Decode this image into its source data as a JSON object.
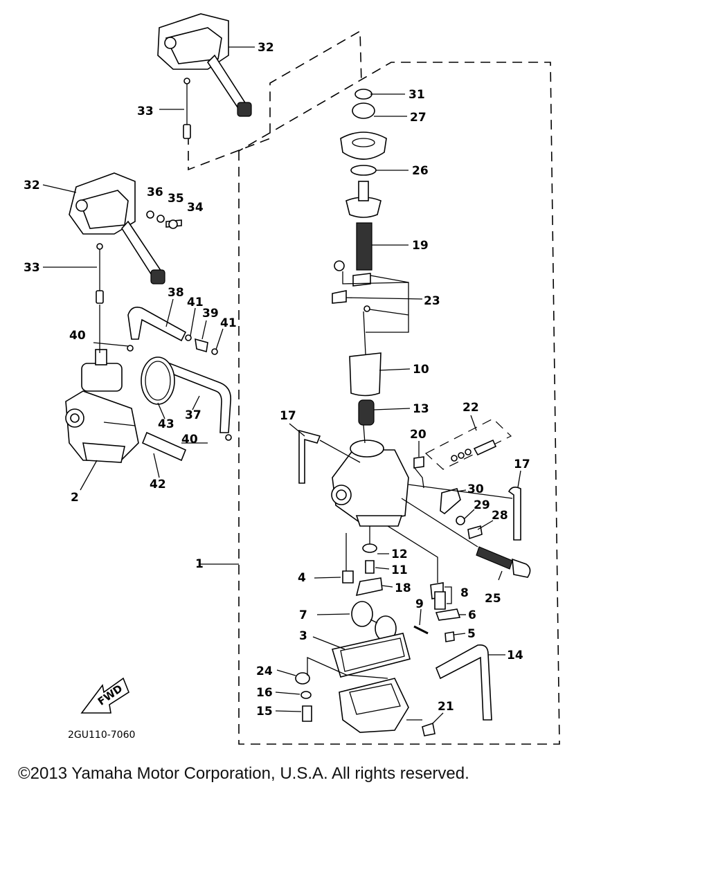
{
  "labels": {
    "p1": "1",
    "p2": "2",
    "p3": "3",
    "p4": "4",
    "p5": "5",
    "p6": "6",
    "p7": "7",
    "p8": "8",
    "p9": "9",
    "p10": "10",
    "p11": "11",
    "p12": "12",
    "p13": "13",
    "p14": "14",
    "p15": "15",
    "p16": "16",
    "p17a": "17",
    "p17b": "17",
    "p18": "18",
    "p19": "19",
    "p20": "20",
    "p21": "21",
    "p22": "22",
    "p23": "23",
    "p24": "24",
    "p25": "25",
    "p26": "26",
    "p27": "27",
    "p28": "28",
    "p29": "29",
    "p30": "30",
    "p31": "31",
    "p32a": "32",
    "p32b": "32",
    "p33a": "33",
    "p33b": "33",
    "p34": "34",
    "p35": "35",
    "p36": "36",
    "p37": "37",
    "p38": "38",
    "p39": "39",
    "p40a": "40",
    "p40b": "40",
    "p41a": "41",
    "p41b": "41",
    "p42": "42",
    "p43": "43"
  },
  "fwd_label": "FWD",
  "diagram_code": "2GU110-7060",
  "copyright": "©2013 Yamaha Motor Corporation, U.S.A. All rights reserved."
}
